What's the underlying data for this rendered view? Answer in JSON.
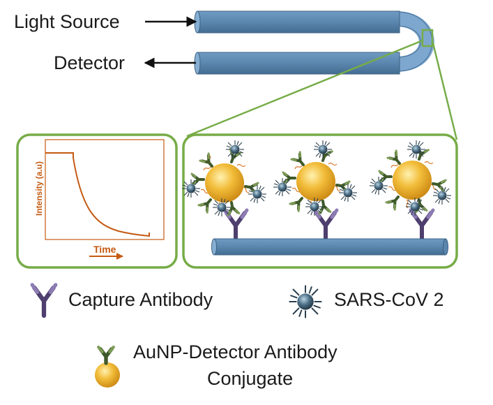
{
  "setup": {
    "source_label": "Light Source",
    "detector_label": "Detector"
  },
  "plot": {
    "ylabel": "Intensity (a.u)",
    "xlabel": "Time"
  },
  "legend": {
    "capture_antibody": "Capture Antibody",
    "virus": "SARS-CoV 2",
    "conjugate_line1": "AuNP-Detector Antibody",
    "conjugate_line2": "Conjugate"
  },
  "colors": {
    "fiber": "#5b86ad",
    "fiber_bend": "#7ea7cf",
    "frame_green": "#77ac48",
    "curve": "#c55a11",
    "gold": "#e8a820",
    "capture_antibody": "#5a4a7a",
    "detector_antibody": "#3f5a2a"
  }
}
